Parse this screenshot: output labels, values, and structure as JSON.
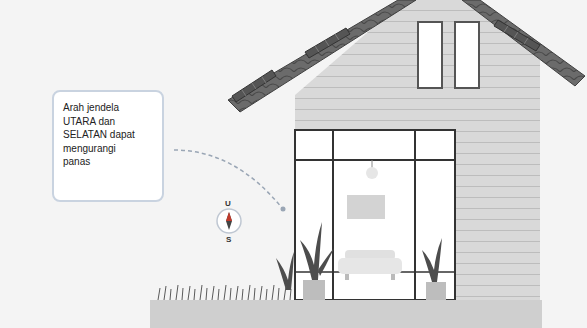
{
  "diagram": {
    "nodes": [
      {
        "text": [
          "Arah jendela UTARA dan SELATAN dapat mengurangi panas"
        ]
      }
    ],
    "labels": [
      "U",
      "S"
    ]
  }
}
